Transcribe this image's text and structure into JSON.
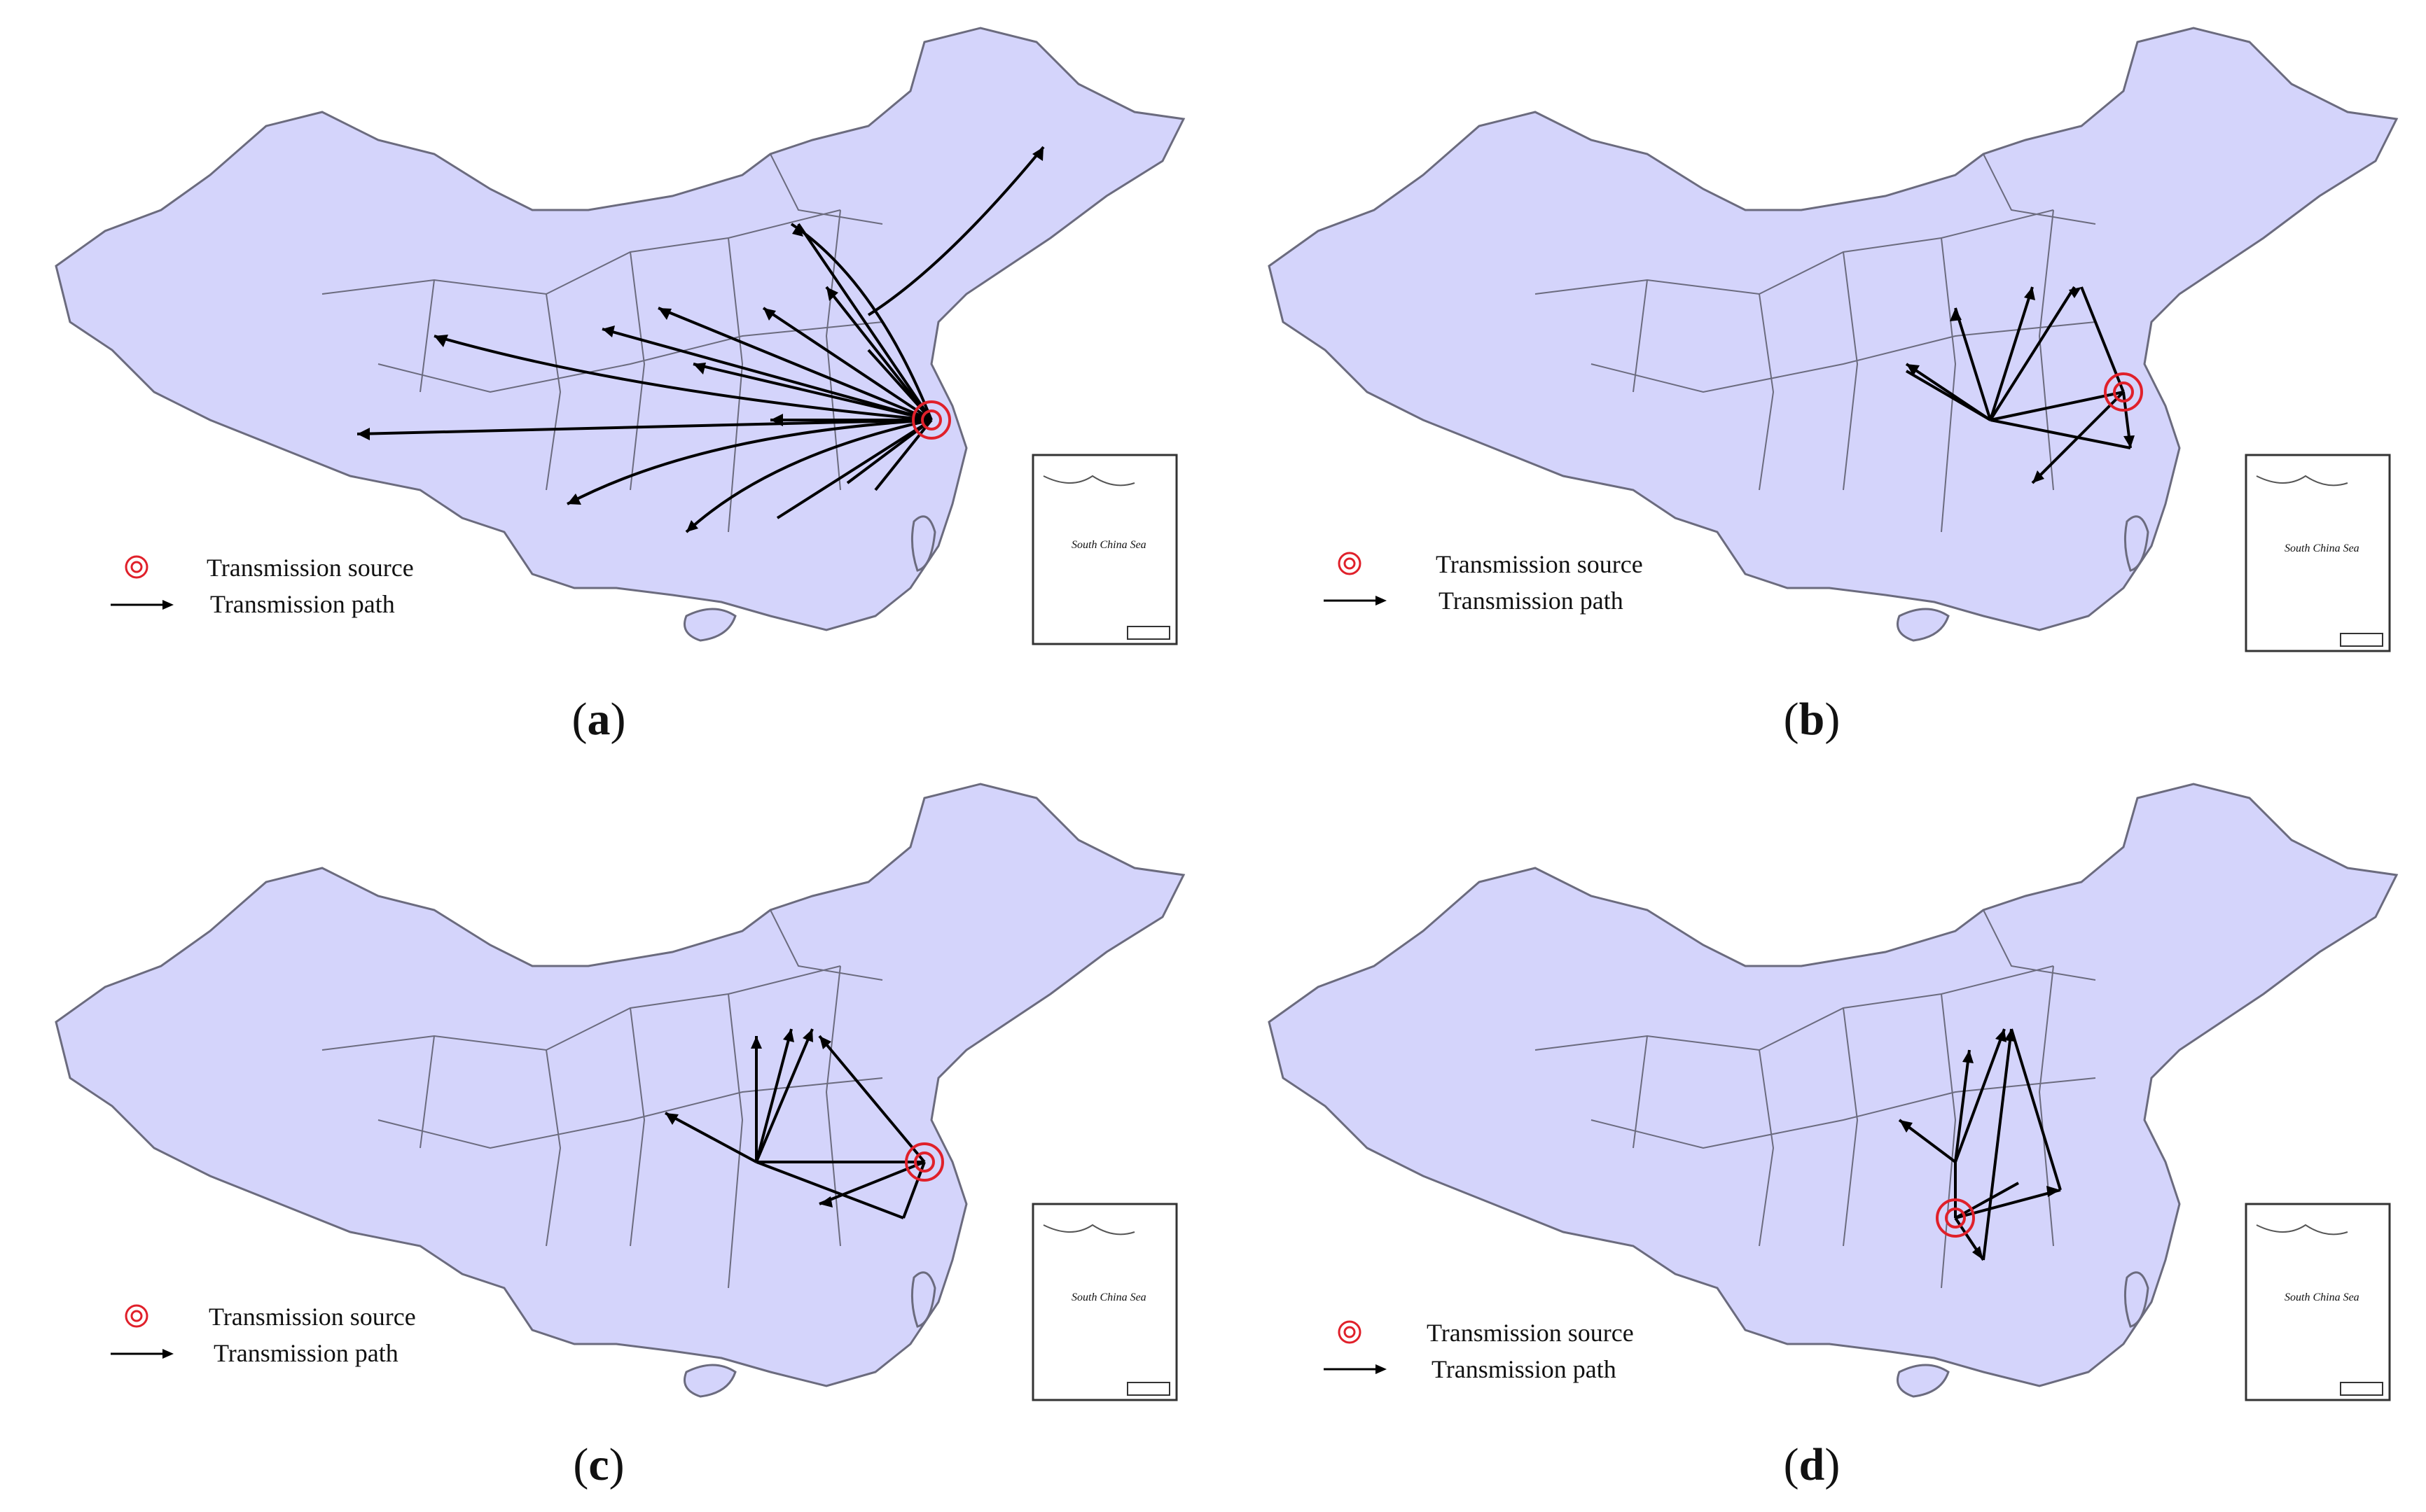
{
  "panels": [
    {
      "id": "a",
      "caption_letter": "a",
      "source": [
        1330,
        600
      ],
      "legend": {
        "source_label": "Transmission source",
        "path_label": "Transmission path"
      },
      "inset": {
        "sea_label": "South China Sea"
      }
    },
    {
      "id": "b",
      "caption_letter": "b",
      "source": [
        1300,
        560
      ],
      "legend": {
        "source_label": "Transmission source",
        "path_label": "Transmission path"
      },
      "inset": {
        "sea_label": "South China Sea"
      }
    },
    {
      "id": "c",
      "caption_letter": "c",
      "source": [
        1320,
        580
      ],
      "legend": {
        "source_label": "Transmission source",
        "path_label": "Transmission path"
      },
      "inset": {
        "sea_label": "South China Sea"
      }
    },
    {
      "id": "d",
      "caption_letter": "d",
      "source": [
        1060,
        660
      ],
      "legend": {
        "source_label": "Transmission source",
        "path_label": "Transmission path"
      },
      "inset": {
        "sea_label": "South China Sea"
      }
    }
  ],
  "colors": {
    "land": "#d4d4fb",
    "border": "#6b6b7e",
    "arrow": "#000000",
    "source": "#e0202a"
  },
  "icons": {
    "source_marker": "concentric-circles-icon",
    "path_marker": "arrow-icon"
  }
}
